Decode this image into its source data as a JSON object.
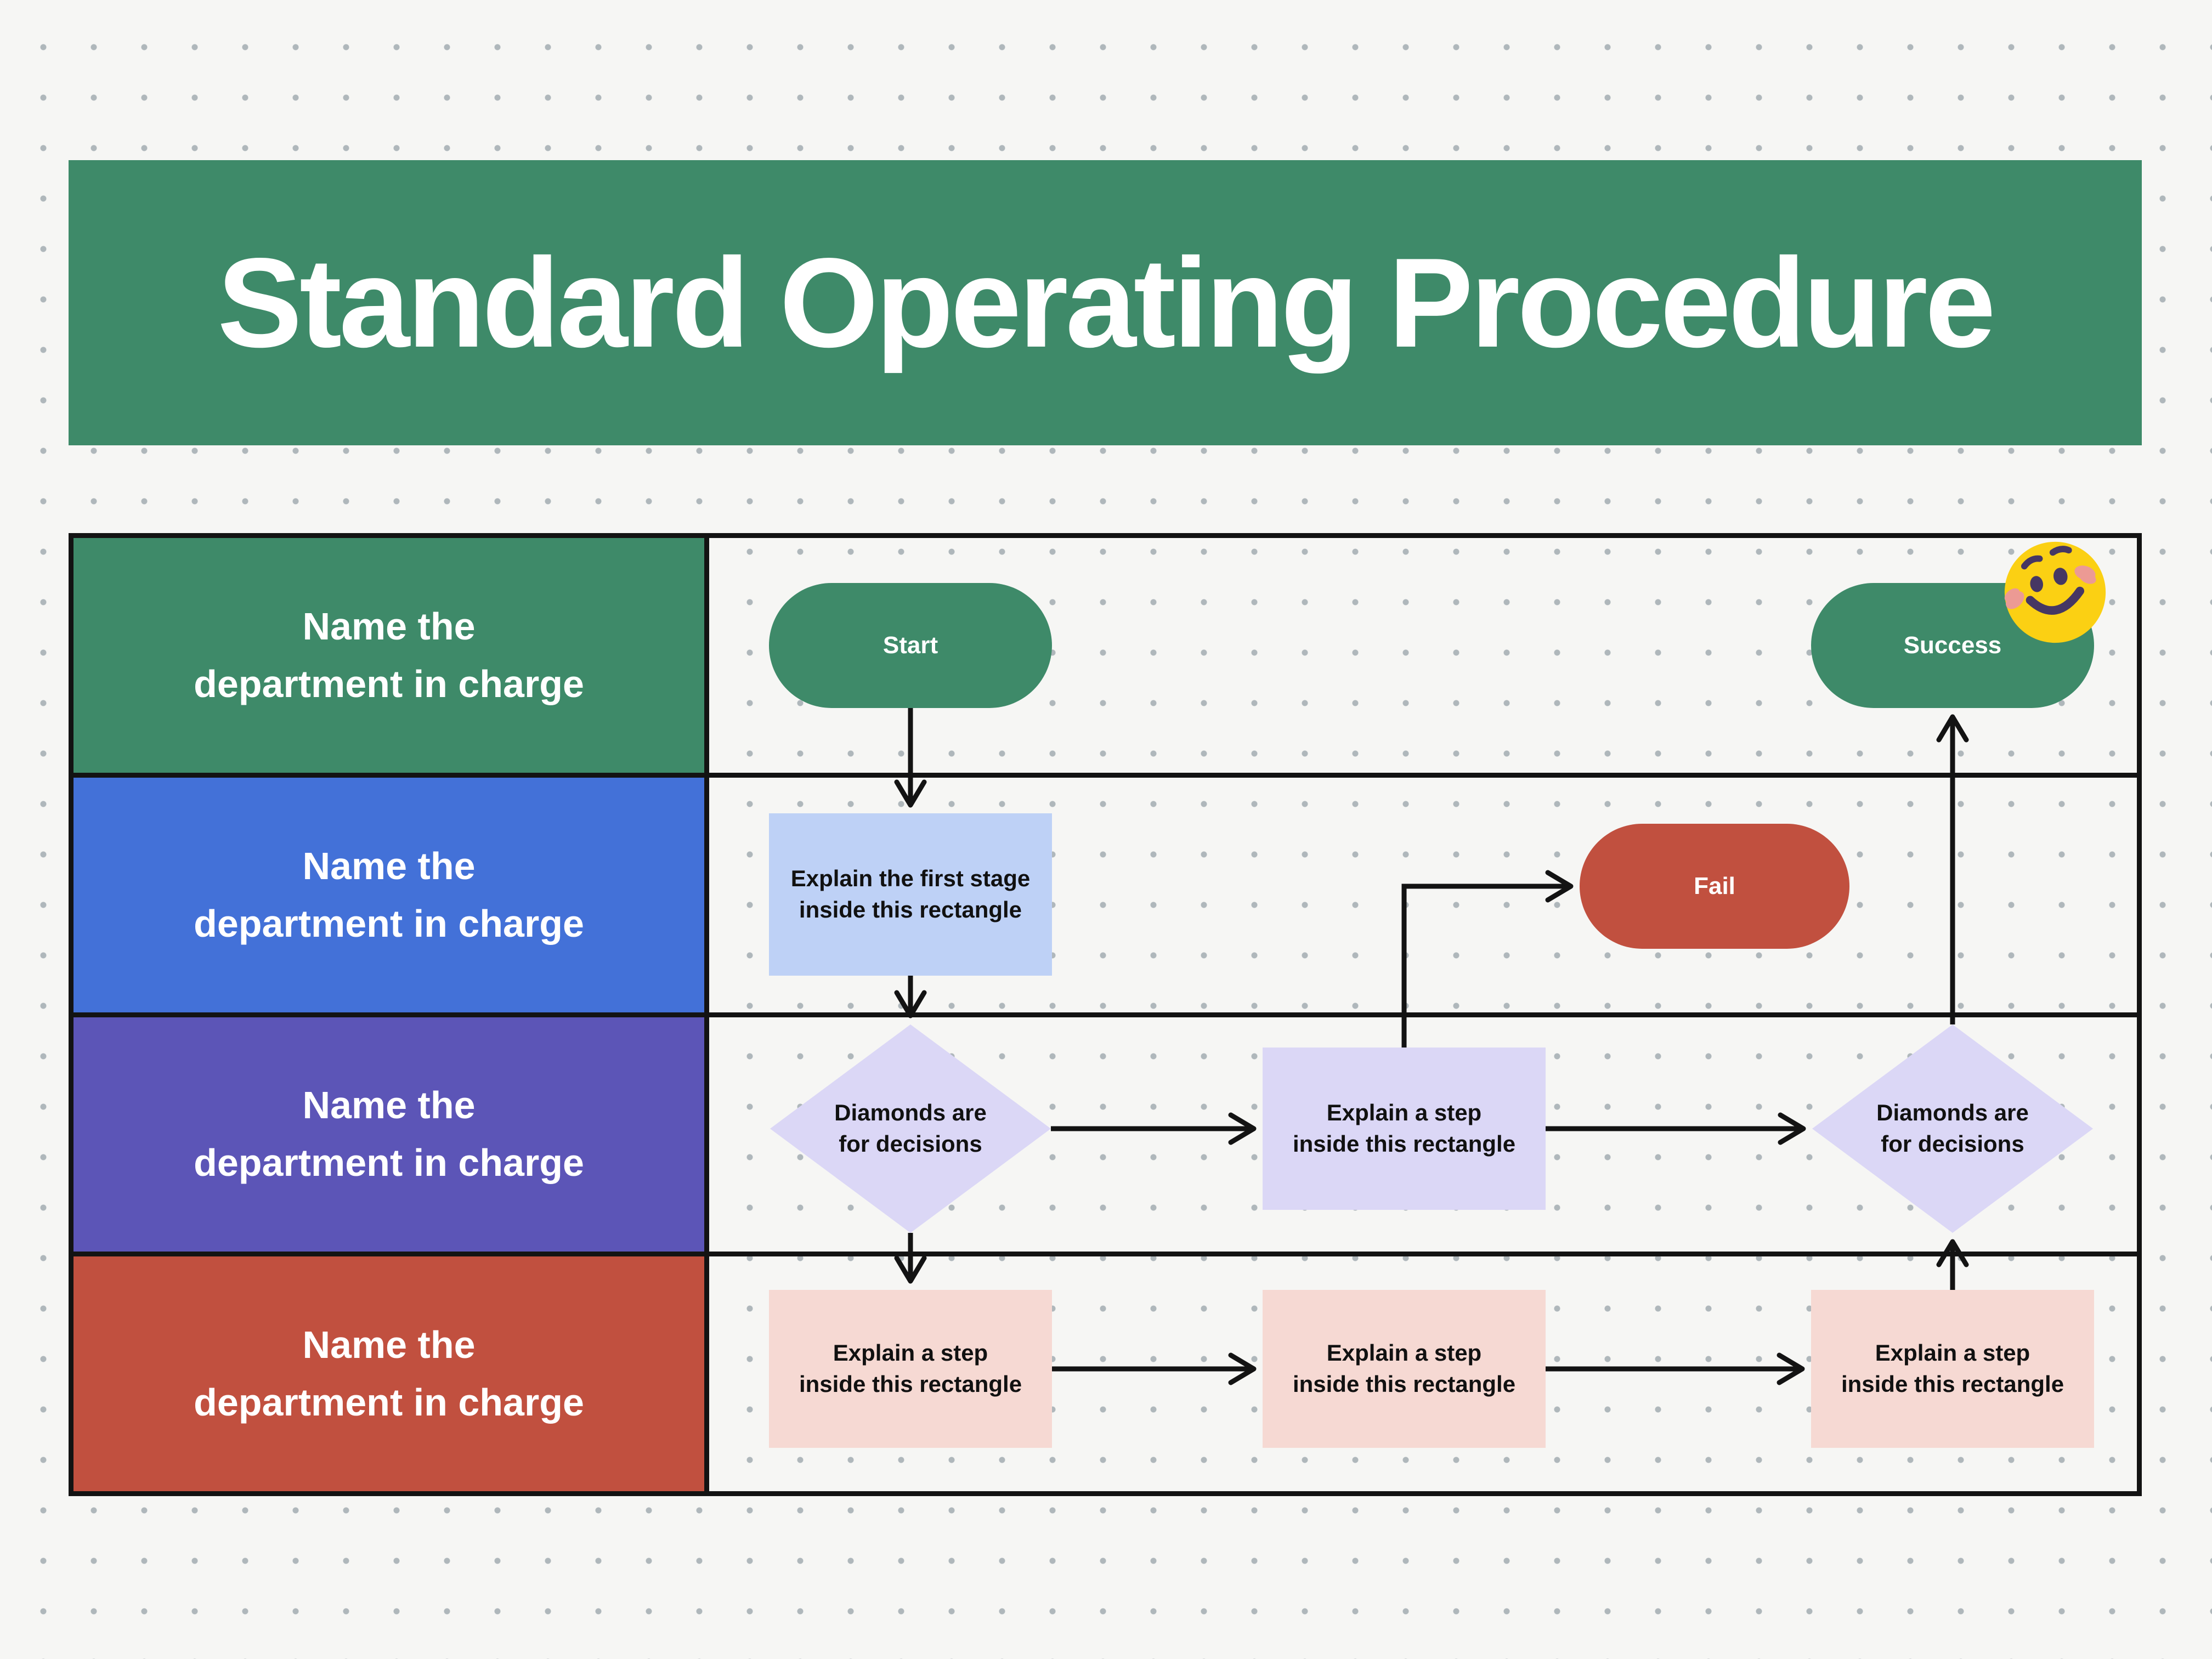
{
  "title": "Standard Operating Procedure",
  "colors": {
    "green": "#3E8A69",
    "blue": "#4371D8",
    "purple": "#5C55B7",
    "red": "#C1503F",
    "light_blue": "#BED1F6",
    "lavender": "#DBD7F6",
    "pink": "#F6D9D3",
    "ink": "#131313",
    "bg": "#F6F6F4",
    "dot": "#AFB7BB",
    "sticker_yellow": "#FBD013",
    "sticker_face": "#463763",
    "sticker_blush": "#EC9A94"
  },
  "lanes": [
    {
      "label_lines": [
        "Name the",
        "department in charge"
      ]
    },
    {
      "label_lines": [
        "Name the",
        "department in charge"
      ]
    },
    {
      "label_lines": [
        "Name the",
        "department in charge"
      ]
    },
    {
      "label_lines": [
        "Name the",
        "department in charge"
      ]
    }
  ],
  "nodes": {
    "start": {
      "label": "Start"
    },
    "success": {
      "label": "Success"
    },
    "fail": {
      "label": "Fail"
    },
    "first_stage": {
      "label_lines": [
        "Explain the first stage",
        "inside this rectangle"
      ]
    },
    "decision_1": {
      "label_lines": [
        "Diamonds are",
        "for decisions"
      ]
    },
    "decision_2": {
      "label_lines": [
        "Diamonds are",
        "for decisions"
      ]
    },
    "step_mid": {
      "label_lines": [
        "Explain a step",
        "inside this rectangle"
      ]
    },
    "step_1": {
      "label_lines": [
        "Explain a step",
        "inside this rectangle"
      ]
    },
    "step_2": {
      "label_lines": [
        "Explain a step",
        "inside this rectangle"
      ]
    },
    "step_3": {
      "label_lines": [
        "Explain a step",
        "inside this rectangle"
      ]
    }
  },
  "sticker": {
    "name": "smiley-face"
  }
}
